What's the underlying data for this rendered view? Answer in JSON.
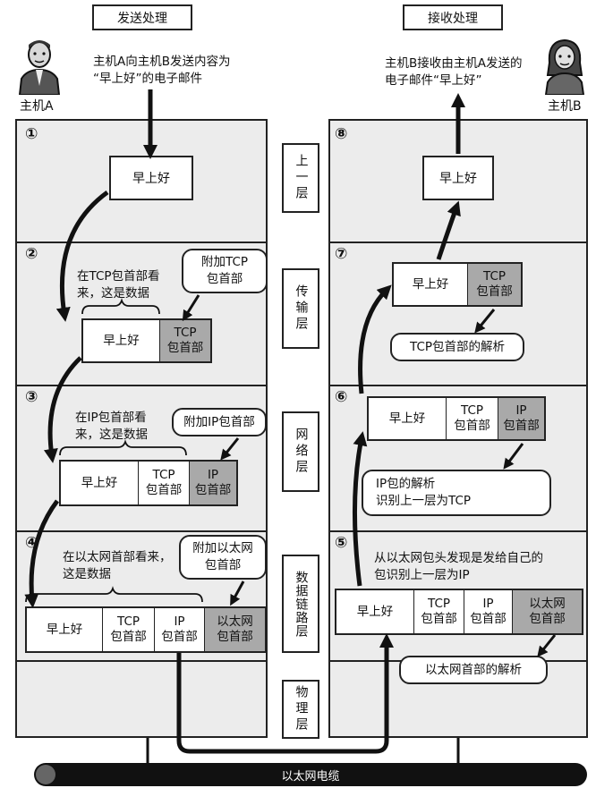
{
  "headers": {
    "send": "发送处理",
    "receive": "接收处理"
  },
  "host_a": {
    "label": "主机A",
    "caption_line1": "主机A向主机B发送内容为",
    "caption_line2": "“早上好”的电子邮件"
  },
  "host_b": {
    "label": "主机B",
    "caption_line1": "主机B接收由主机A发送的",
    "caption_line2": "电子邮件“早上好”"
  },
  "layers": [
    {
      "label": "上一层"
    },
    {
      "label": "传输层"
    },
    {
      "label": "网络层"
    },
    {
      "label": "数据链路层"
    },
    {
      "label": "物理层"
    }
  ],
  "step_numbers": [
    "①",
    "②",
    "③",
    "④",
    "⑤",
    "⑥",
    "⑦",
    "⑧"
  ],
  "payload": "早上好",
  "headers_text": {
    "tcp_top": "TCP",
    "tcp_bottom": "包首部",
    "ip_top": "IP",
    "ip_bottom": "包首部",
    "eth_top": "以太网",
    "eth_bottom": "包首部"
  },
  "send": {
    "step2_note_line1": "在TCP包首部看",
    "step2_note_line2": "来，这是数据",
    "step2_bubble_line1": "附加TCP",
    "step2_bubble_line2": "包首部",
    "step3_note_line1": "在IP包首部看",
    "step3_note_line2": "来，这是数据",
    "step3_bubble": "附加IP包首部",
    "step4_note_line1": "在以太网首部看来，",
    "step4_note_line2": "这是数据",
    "step4_bubble_line1": "附加以太网",
    "step4_bubble_line2": "包首部"
  },
  "receive": {
    "step5_note_line1": "从以太网包头发现是发给自己的",
    "step5_note_line2": "包识别上一层为IP",
    "step5_bubble": "以太网首部的解析",
    "step6_bubble_line1": "IP包的解析",
    "step6_bubble_line2": "识别上一层为TCP",
    "step7_bubble": "TCP包首部的解析"
  },
  "cable_label": "以太网电缆"
}
